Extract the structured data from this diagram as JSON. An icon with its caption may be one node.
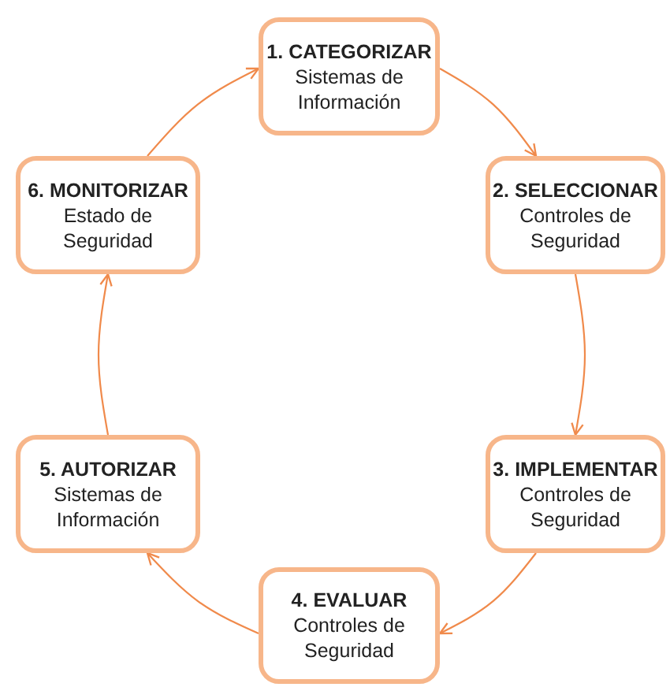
{
  "diagram": {
    "nodes": [
      {
        "text": [
          "1. CATEGORIZAR",
          "Sistemas de Información"
        ]
      },
      {
        "text": [
          "2. SELECCIONAR",
          "Controles de Seguridad"
        ]
      },
      {
        "text": [
          "3. IMPLEMENTAR",
          "Controles de Seguridad"
        ]
      },
      {
        "text": [
          "4. EVALUAR",
          "Controles de Seguridad"
        ]
      },
      {
        "text": [
          "5. AUTORIZAR",
          "Sistemas de Información"
        ]
      },
      {
        "text": [
          "6. MONITORIZAR",
          "Estado de Seguridad"
        ]
      }
    ],
    "edges": [
      {
        "from": 0,
        "to": 1,
        "arrow": "to"
      },
      {
        "from": 1,
        "to": 2,
        "arrow": "to"
      },
      {
        "from": 2,
        "to": 3,
        "arrow": "to"
      },
      {
        "from": 3,
        "to": 4,
        "arrow": "to"
      },
      {
        "from": 4,
        "to": 5,
        "arrow": "to"
      },
      {
        "from": 5,
        "to": 0,
        "arrow": "to"
      }
    ]
  }
}
